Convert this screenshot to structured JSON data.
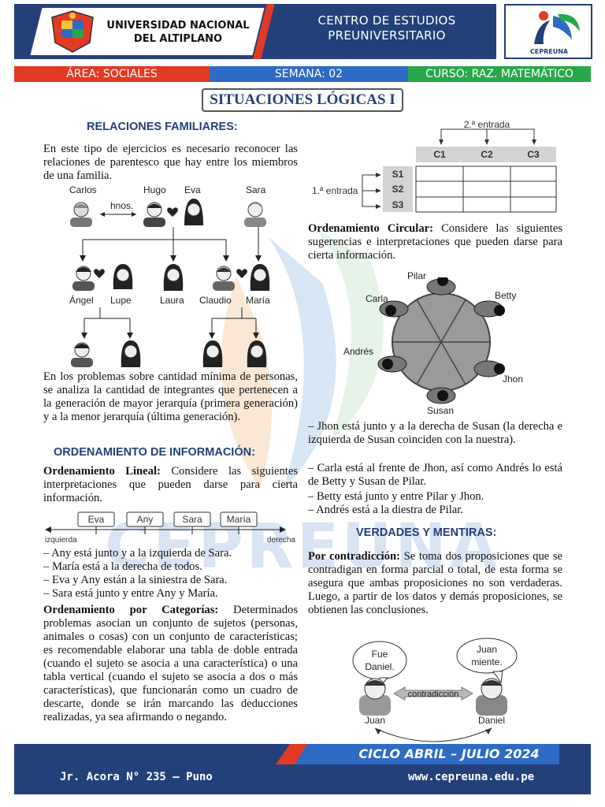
{
  "header": {
    "university": [
      "UNIVERSIDAD NACIONAL",
      "DEL ALTIPLANO"
    ],
    "centro": [
      "CENTRO DE ESTUDIOS",
      "PREUNIVERSITARIO"
    ],
    "logo_text": "CEPREUNA"
  },
  "bars": {
    "area": "ÁREA: SOCIALES",
    "semana": "SEMANA: 02",
    "curso": "CURSO: RAZ. MATEMÁTICO"
  },
  "title": "SITUACIONES LÓGICAS I",
  "watermark": "CEPREUNA",
  "relaciones": {
    "heading": "RELACIONES FAMILIARES:",
    "intro": "En este tipo de ejercicios es necesario reconocer las relaciones de parentesco que hay entre los miembros de una familia.",
    "names": {
      "carlos": "Carlos",
      "hugo": "Hugo",
      "eva": "Eva",
      "sara": "Sara",
      "hnos": "hnos.",
      "angel": "Ángel",
      "lupe": "Lupe",
      "laura": "Laura",
      "claudio": "Claudio",
      "maria": "María"
    },
    "cantidad": "En los problemas sobre cantidad mínima de personas, se analiza la cantidad de integrantes que pertenecen a la generación de mayor jerarquía (primera generación) y a la menor jerarquía (última generación)."
  },
  "ordenamiento": {
    "heading": "ORDENAMIENTO DE INFORMACIÓN:",
    "lineal_label": "Ordenamiento Lineal:",
    "lineal_text": " Considere las siguientes interpretaciones que pueden darse para cierta información.",
    "line_names": [
      "Eva",
      "Any",
      "Sara",
      "María"
    ],
    "izquierda": "izquierda",
    "derecha": "derecha",
    "lineal_items": [
      "– Any está junto y a la izquierda de Sara.",
      "– María está a la derecha de todos.",
      "– Eva y Any están a la siniestra de Sara.",
      "– Sara está junto y entre Any y María."
    ],
    "categorias_label": "Ordenamiento por Categorías:",
    "categorias_text": " Determinados problemas asocian un conjunto de sujetos (personas, animales o cosas) con un conjunto de características; es recomendable elaborar una tabla de doble entrada (cuando el sujeto se asocia a una característica) o una tabla vertical (cuando el sujeto se asocia a dos o más características), que funcionarán como un cuadro de descarte, donde se irán marcando las deducciones realizadas, ya sea afirmando o negando."
  },
  "tabla": {
    "segunda_entrada": "2.ª entrada",
    "primera_entrada": "1.ª entrada",
    "columns": [
      "C1",
      "C2",
      "C3"
    ],
    "rows": [
      "S1",
      "S2",
      "S3"
    ]
  },
  "circular": {
    "label": "Ordenamiento Circular:",
    "text": " Considere las siguientes sugerencias e interpretaciones que pueden darse para cierta información.",
    "people": [
      "Pilar",
      "Betty",
      "Jhon",
      "Susan",
      "Andrés",
      "Carla"
    ],
    "items": [
      "– Jhon está junto y a la derecha de Susan (la derecha e izquierda de Susan coinciden con la nuestra).",
      "– Carla está al frente de Jhon, así como Andrés lo está de Betty y Susan de Pilar.",
      "– Betty está junto y entre Pilar y Jhon.",
      "– Andrés está a la diestra de Pilar."
    ]
  },
  "verdades": {
    "heading": "VERDADES Y MENTIRAS:",
    "label": "Por contradicción:",
    "text": " Se toma dos proposiciones que se contradigan en forma parcial o total, de esta forma se asegura que ambas proposiciones no son verdaderas. Luego, a partir de los datos y demás proposiciones, se obtienen las conclusiones.",
    "bubble_left": [
      "Fue",
      "Daniel."
    ],
    "bubble_right": [
      "Juan",
      "miente."
    ],
    "arrow_label": "contradicción",
    "juan": "Juan",
    "daniel": "Daniel"
  },
  "footer": {
    "ciclo": "CICLO ABRIL – JULIO 2024",
    "address": "Jr. Acora N° 235 – Puno",
    "web": "www.cepreuna.edu.pe"
  },
  "colors": {
    "navy": "#24407a",
    "red": "#e33a23",
    "blue": "#2d6bc4",
    "green": "#27a84a"
  }
}
